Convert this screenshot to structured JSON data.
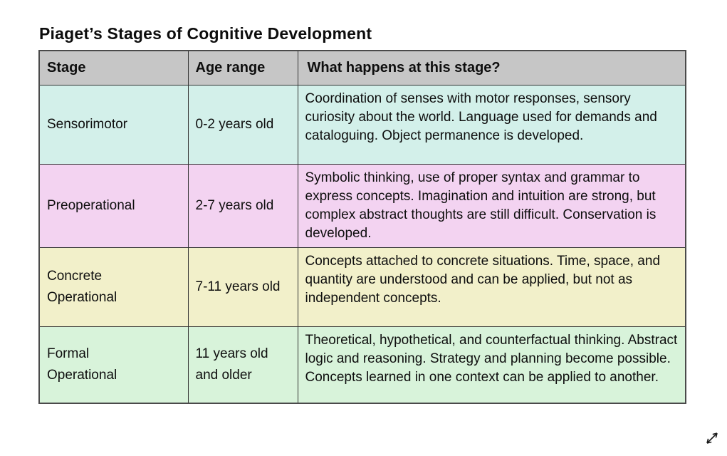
{
  "page": {
    "title": "Piaget’s Stages of Cognitive Development"
  },
  "table": {
    "headers": [
      "Stage",
      "Age range",
      "What happens at this stage?"
    ],
    "header_bg": "#c6c6c6",
    "border_color": "#333333",
    "rows": [
      {
        "stage": "Sensorimotor",
        "age": "0-2 years old",
        "description": "Coordination of senses with motor responses, sensory curiosity about the world. Language used for demands and cataloguing. Object permanence is developed.",
        "bg": "#d3f0ea"
      },
      {
        "stage": "Preoperational",
        "age": "2-7 years old",
        "description": "Symbolic thinking, use of proper syntax and grammar to express concepts. Imagination and intuition are strong, but complex abstract thoughts are still difficult. Conservation is developed.",
        "bg": "#f3d3f1"
      },
      {
        "stage": "Concrete\nOperational",
        "age": "7-11 years old",
        "description": "Concepts attached to concrete situations. Time, space, and quantity are understood and can be applied, but not as independent concepts.",
        "bg": "#f2f0ca"
      },
      {
        "stage": "Formal\nOperational",
        "age": "11 years old\nand older",
        "description": "Theoretical, hypothetical, and counterfactual thinking. Abstract logic and reasoning. Strategy and planning become possible. Concepts learned in one context can be applied to another.",
        "bg": "#d8f3da"
      }
    ]
  },
  "icons": {
    "resize_arrow": "diagonal-expand-arrow"
  }
}
